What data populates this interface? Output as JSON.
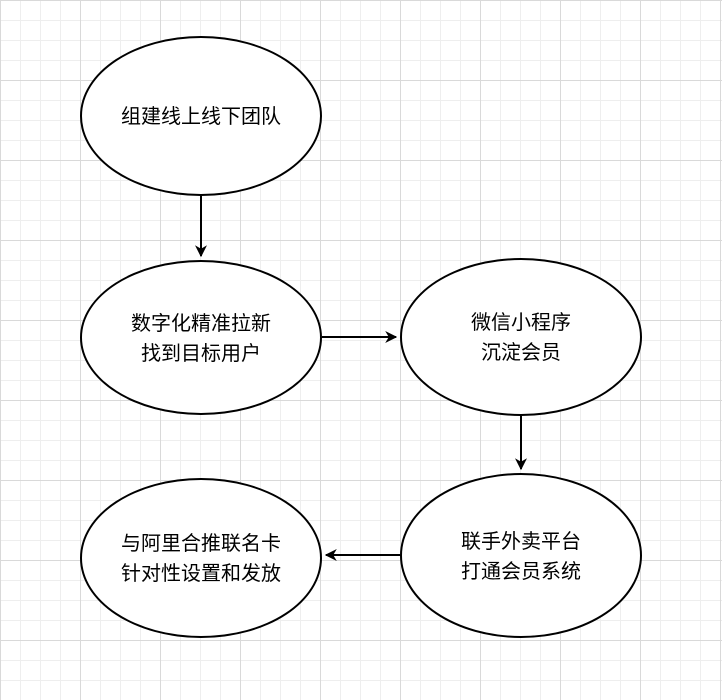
{
  "diagram": {
    "type": "flowchart",
    "nodes": [
      {
        "id": "n1",
        "lines": [
          "组建线上线下团队"
        ]
      },
      {
        "id": "n2",
        "lines": [
          "数字化精准拉新",
          "找到目标用户"
        ]
      },
      {
        "id": "n3",
        "lines": [
          "微信小程序",
          "沉淀会员"
        ]
      },
      {
        "id": "n4",
        "lines": [
          "联手外卖平台",
          "打通会员系统"
        ]
      },
      {
        "id": "n5",
        "lines": [
          "与阿里合推联名卡",
          "针对性设置和发放"
        ]
      }
    ],
    "edges": [
      {
        "from": "n1",
        "to": "n2"
      },
      {
        "from": "n2",
        "to": "n3"
      },
      {
        "from": "n3",
        "to": "n4"
      },
      {
        "from": "n4",
        "to": "n5"
      }
    ],
    "colors": {
      "stroke": "#000000",
      "fill": "#ffffff",
      "grid_major": "#d9d9d9",
      "grid_minor": "#eeeeee"
    }
  }
}
